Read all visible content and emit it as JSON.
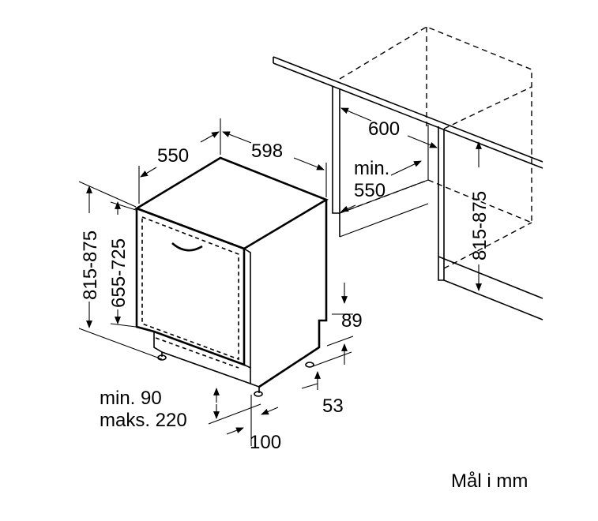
{
  "diagram": {
    "dim_depth": "550",
    "dim_width": "598",
    "dim_niche_width": "600",
    "dim_niche_depth_line1": "min.",
    "dim_niche_depth_line2": "550",
    "dim_height_range": "815-875",
    "dim_body_height_range": "655-725",
    "dim_niche_height_range": "815-875",
    "dim_plinth_height": "89",
    "dim_foot_height": "53",
    "dim_door_gap_line1": "min. 90",
    "dim_door_gap_line2": "maks. 220",
    "dim_foot_offset": "100",
    "unit_note": "Mål i mm"
  }
}
